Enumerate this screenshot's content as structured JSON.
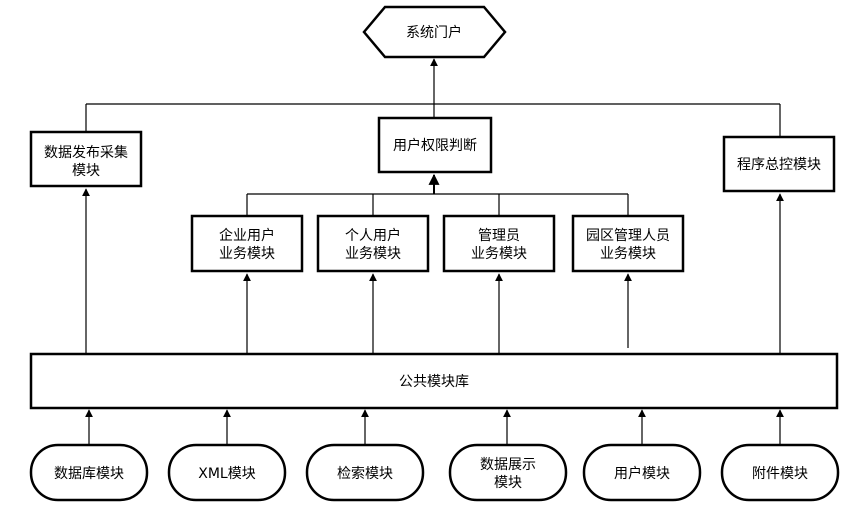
{
  "portal": {
    "label": "系统门户"
  },
  "permission": {
    "label": "用户权限判断"
  },
  "top_modules": [
    {
      "id": "publish",
      "lines": [
        "数据发布采集",
        "模块"
      ]
    },
    {
      "id": "master",
      "lines": [
        "程序总控模块"
      ]
    }
  ],
  "business_modules": [
    {
      "id": "enterprise",
      "lines": [
        "企业用户",
        "业务模块"
      ]
    },
    {
      "id": "personal",
      "lines": [
        "个人用户",
        "业务模块"
      ]
    },
    {
      "id": "admin",
      "lines": [
        "管理员",
        "业务模块"
      ]
    },
    {
      "id": "park",
      "lines": [
        "园区管理人员",
        "业务模块"
      ]
    }
  ],
  "library": {
    "label": "公共模块库"
  },
  "base_modules": [
    {
      "id": "database",
      "lines": [
        "数据库模块"
      ]
    },
    {
      "id": "xml",
      "lines": [
        "XML模块"
      ]
    },
    {
      "id": "search",
      "lines": [
        "检索模块"
      ]
    },
    {
      "id": "display",
      "lines": [
        "数据展示",
        "模块"
      ]
    },
    {
      "id": "user",
      "lines": [
        "用户模块"
      ]
    },
    {
      "id": "attachment",
      "lines": [
        "附件模块"
      ]
    }
  ]
}
